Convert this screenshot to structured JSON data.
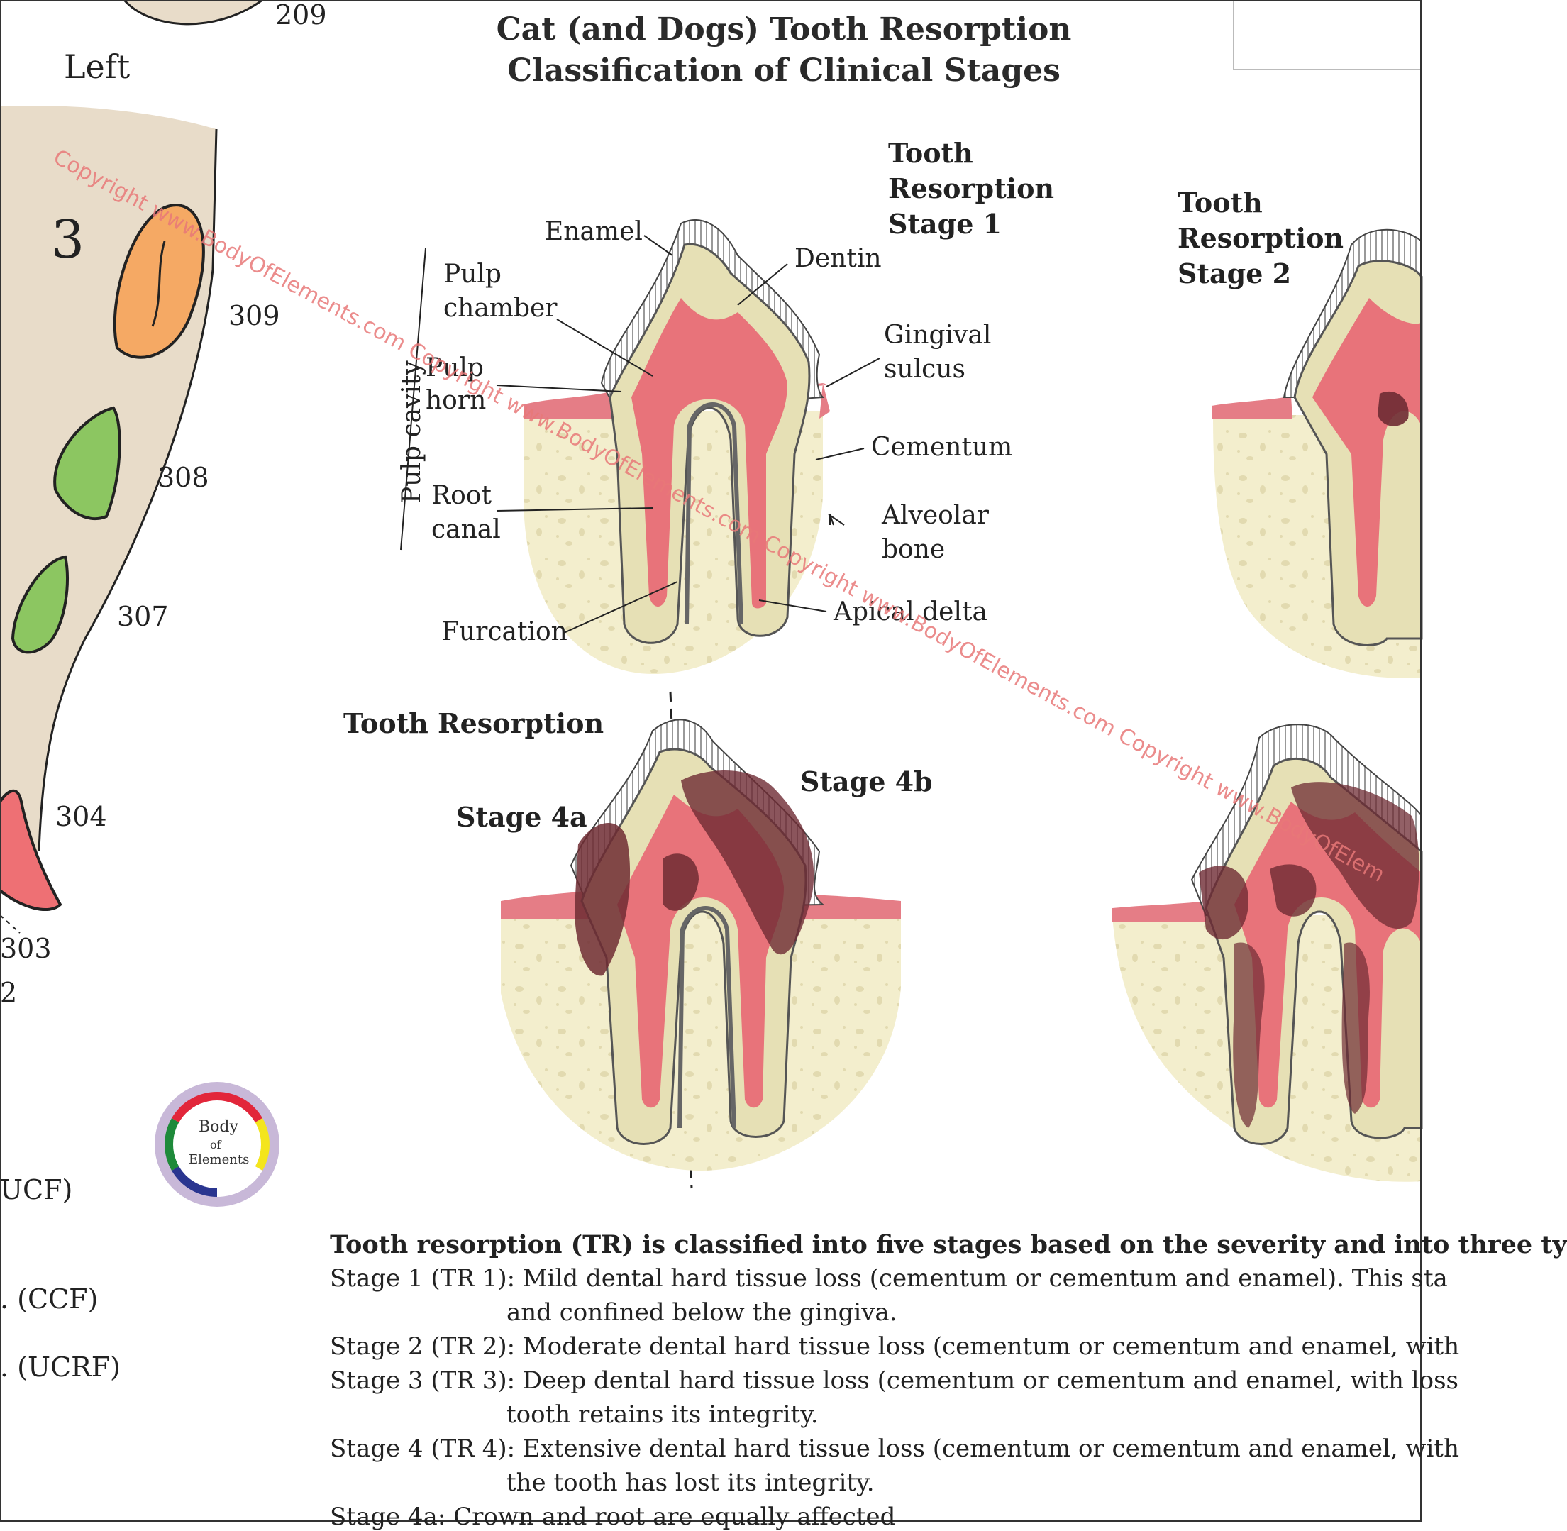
{
  "title": {
    "line1": "Cat (and Dogs) Tooth Resorption",
    "line2": "Classification of Clinical Stages"
  },
  "left_panel": {
    "side_label": "Left",
    "quadrant": "3",
    "tooth_numbers": [
      "209",
      "309",
      "308",
      "307",
      "304",
      "303",
      "2"
    ],
    "legend_partial": [
      "UCF)",
      ". (CCF)",
      ". (UCRF)"
    ],
    "tooth_colors": {
      "t309": "#f5a964",
      "t308": "#8cc661",
      "t307": "#8cc661",
      "t304": "#ee7074"
    }
  },
  "stage1": {
    "heading": [
      "Tooth",
      "Resorption",
      "Stage 1"
    ],
    "labels": {
      "enamel": "Enamel",
      "dentin": "Dentin",
      "pulp_chamber": [
        "Pulp",
        "chamber"
      ],
      "pulp_horn": [
        "Pulp",
        "horn"
      ],
      "pulp_cavity": "Pulp cavity",
      "gingival_sulcus": [
        "Gingival",
        "sulcus"
      ],
      "cementum": "Cementum",
      "root_canal": [
        "Root",
        "canal"
      ],
      "alveolar_bone": [
        "Alveolar",
        "bone"
      ],
      "furcation": "Furcation",
      "apical_delta": "Apical delta"
    }
  },
  "stage2": {
    "heading": [
      "Tooth",
      "Resorption",
      "Stage 2"
    ]
  },
  "stage4": {
    "heading": "Tooth Resorption",
    "a": "Stage 4a",
    "b": "Stage 4b"
  },
  "logo": {
    "line1": "Body",
    "line2": "of",
    "line3": "Elements"
  },
  "watermark": "Copyright www.BodyOfElements.com Copyright www.BodyOfElements.com Copyright www.BodyOfElements.com Copyright www.BodyOfElem",
  "description": {
    "intro": "Tooth resorption (TR) is classified into five stages based on the severity and into three ty",
    "lines": [
      "Stage 1 (TR 1): Mild dental hard tissue loss (cementum or cementum and enamel). This sta",
      "and confined below the gingiva.",
      "Stage 2 (TR 2): Moderate dental hard tissue loss (cementum or cementum and enamel, with",
      "Stage 3 (TR 3): Deep dental hard tissue loss (cementum or cementum and enamel, with loss",
      "tooth retains its integrity.",
      "Stage 4 (TR 4): Extensive dental hard tissue loss (cementum or cementum and enamel, with",
      "the tooth has lost its integrity.",
      "Stage 4a: Crown and root are equally affected"
    ]
  },
  "colors": {
    "gum": "#e8dcc9",
    "bone": "#f3eecd",
    "gingiva": "#e57d86",
    "dentin": "#e6e0b5",
    "pulp": "#e8737a",
    "lesion": "#6e2b33"
  }
}
